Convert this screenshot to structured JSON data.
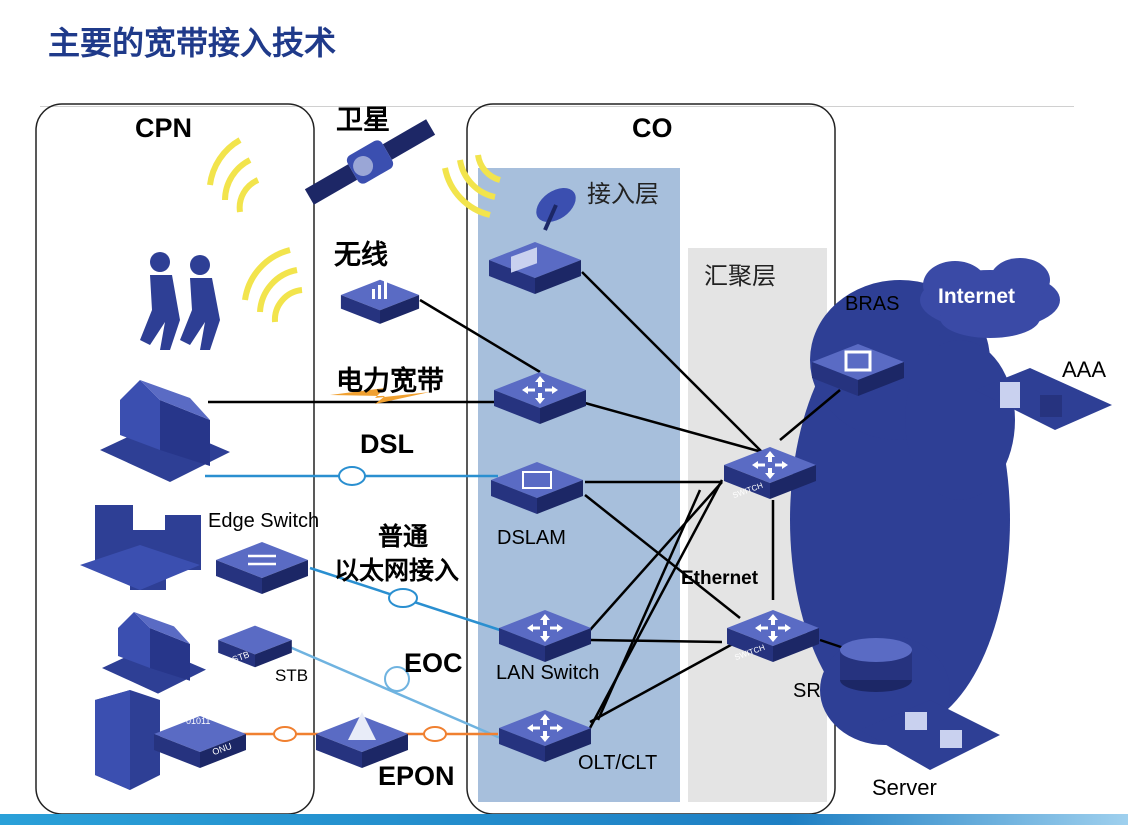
{
  "title": "主要的宽带接入技术",
  "regions": {
    "cpn": "CPN",
    "co": "CO",
    "access_layer": "接入层",
    "aggregation_layer": "汇聚层"
  },
  "access_types": {
    "satellite": "卫星",
    "wireless": "无线",
    "powerline": "电力宽带",
    "dsl": "DSL",
    "ethernet_line1": "普通",
    "ethernet_line2": "以太网接入",
    "eoc": "EOC",
    "epon": "EPON"
  },
  "devices": {
    "edge_switch": "Edge Switch",
    "stb": "STB",
    "dslam": "DSLAM",
    "lan_switch": "LAN Switch",
    "olt": "OLT/CLT",
    "bras": "BRAS",
    "internet": "Internet",
    "aaa": "AAA",
    "sr": "SR",
    "server": "Server",
    "ethernet": "Ethernet"
  },
  "device_tags": {
    "switch": "SWITCH",
    "onu": "ONU",
    "stb_tag": "STB",
    "onu_bits": "01011"
  },
  "colors": {
    "title": "#1f3a8a",
    "device": "#2e3f95",
    "access_band": "#a7bfdc",
    "agg_band": "#e4e4e4",
    "dsl_line": "#2a8fd0",
    "eoc_line": "#6fb3e0",
    "epon_line": "#f08030"
  }
}
